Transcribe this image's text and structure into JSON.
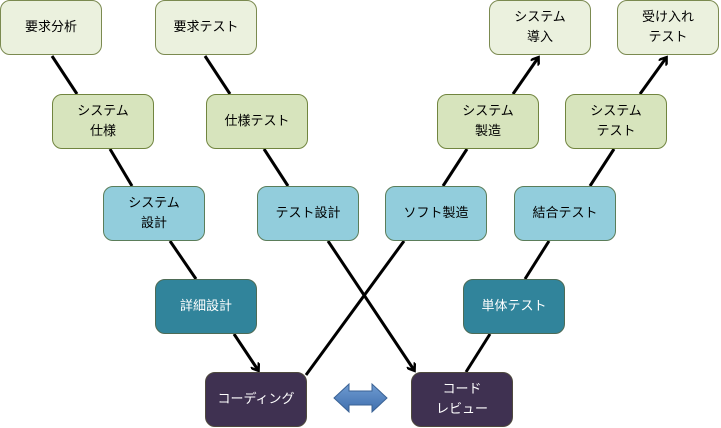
{
  "diagram": {
    "type": "V-model",
    "colors": {
      "level0": "#ebf1de",
      "level1": "#d7e4bd",
      "level2": "#92cddc",
      "level3": "#31849b",
      "level4": "#3f3151",
      "connector": "#000000",
      "double_arrow": "#4f81bd"
    },
    "nodes": {
      "req_analysis": "要求分析",
      "req_test": "要求テスト",
      "sys_intro": "システム\n導入",
      "acceptance_test": "受け入れ\nテスト",
      "sys_spec": "システム\n仕様",
      "spec_test": "仕様テスト",
      "sys_build": "システム\n製造",
      "sys_test": "システム\nテスト",
      "sys_design": "システム\n設計",
      "test_design": "テスト設計",
      "soft_build": "ソフト製造",
      "integration_test": "結合テスト",
      "detail_design": "詳細設計",
      "unit_test": "単体テスト",
      "coding": "コーディング",
      "code_review": "コード\nレビュー"
    },
    "connections": [
      {
        "from": "req_analysis",
        "to": "sys_spec",
        "arrow": false
      },
      {
        "from": "sys_spec",
        "to": "sys_design",
        "arrow": false
      },
      {
        "from": "sys_design",
        "to": "detail_design",
        "arrow": false
      },
      {
        "from": "detail_design",
        "to": "coding",
        "arrow": true
      },
      {
        "from": "req_test",
        "to": "spec_test",
        "arrow": false
      },
      {
        "from": "spec_test",
        "to": "test_design",
        "arrow": false
      },
      {
        "from": "test_design",
        "to": "code_review",
        "arrow": true
      },
      {
        "from": "coding",
        "to": "soft_build",
        "arrow": false
      },
      {
        "from": "soft_build",
        "to": "sys_build",
        "arrow": false
      },
      {
        "from": "sys_build",
        "to": "sys_intro",
        "arrow": true
      },
      {
        "from": "code_review",
        "to": "unit_test",
        "arrow": false
      },
      {
        "from": "unit_test",
        "to": "integration_test",
        "arrow": false
      },
      {
        "from": "integration_test",
        "to": "sys_test",
        "arrow": false
      },
      {
        "from": "sys_test",
        "to": "acceptance_test",
        "arrow": true
      },
      {
        "from": "coding",
        "to": "code_review",
        "type": "bidirectional-block-arrow"
      }
    ]
  }
}
